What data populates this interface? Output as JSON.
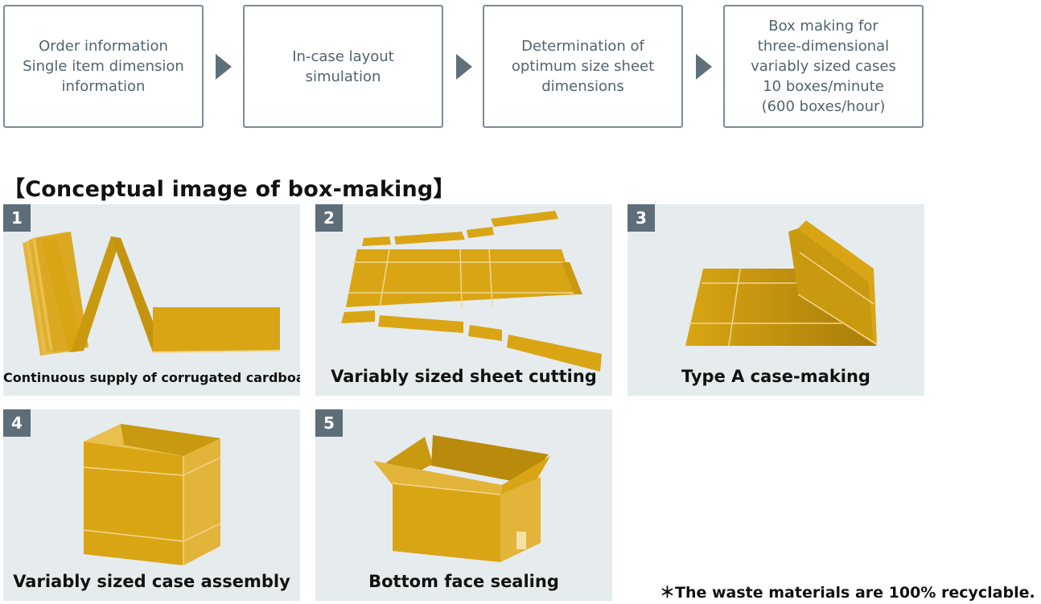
{
  "flow": {
    "steps": [
      "Order information\nSingle item dimension\ninformation",
      "In-case layout\nsimulation",
      "Determination of\noptimum size sheet\ndimensions",
      "Box making for\nthree-dimensional\nvariably sized cases\n10 boxes/minute\n(600 boxes/hour)"
    ]
  },
  "section_title": "【Conceptual image of box-making】",
  "panels": [
    {
      "number": "1",
      "caption": "Continuous supply of corrugated cardboard"
    },
    {
      "number": "2",
      "caption": "Variably sized sheet cutting"
    },
    {
      "number": "3",
      "caption": "Type A case-making"
    },
    {
      "number": "4",
      "caption": "Variably sized case assembly"
    },
    {
      "number": "5",
      "caption": "Bottom face sealing"
    }
  ],
  "footnote": "＊The waste materials are 100% recyclable.",
  "colors": {
    "cardboard": "#d9a514",
    "cardboard_shade": "#b98a0c",
    "panel_bg": "#e6ebee",
    "badge": "#5d6e78",
    "flow_border": "#7b8c95",
    "flow_text": "#52646e"
  }
}
